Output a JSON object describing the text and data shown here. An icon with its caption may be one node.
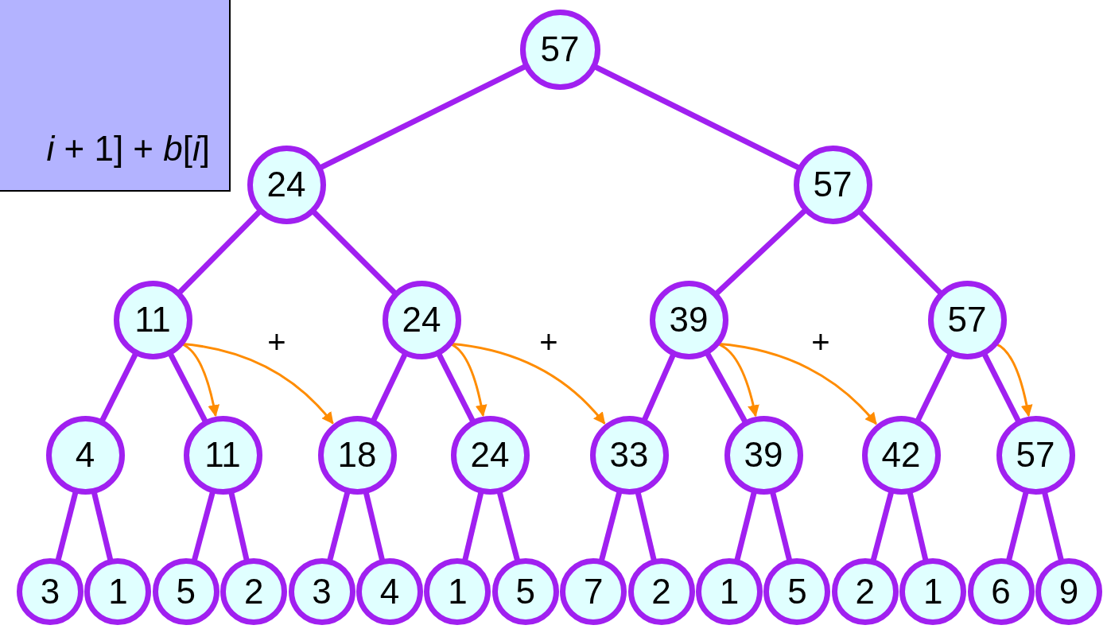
{
  "diagram": {
    "nodes": [
      {
        "text": [
          "*i* + 1] + *b*[*i*]"
        ]
      },
      {
        "text": [
          "57"
        ]
      },
      {
        "text": [
          "24"
        ]
      },
      {
        "text": [
          "57"
        ]
      },
      {
        "text": [
          "11"
        ]
      },
      {
        "text": [
          "24"
        ]
      },
      {
        "text": [
          "39"
        ]
      },
      {
        "text": [
          "57"
        ]
      },
      {
        "text": [
          "4"
        ]
      },
      {
        "text": [
          "11"
        ]
      },
      {
        "text": [
          "18"
        ]
      },
      {
        "text": [
          "24"
        ]
      },
      {
        "text": [
          "33"
        ]
      },
      {
        "text": [
          "39"
        ]
      },
      {
        "text": [
          "42"
        ]
      },
      {
        "text": [
          "57"
        ]
      },
      {
        "text": [
          "3"
        ]
      },
      {
        "text": [
          "1"
        ]
      },
      {
        "text": [
          "5"
        ]
      },
      {
        "text": [
          "2"
        ]
      },
      {
        "text": [
          "3"
        ]
      },
      {
        "text": [
          "4"
        ]
      },
      {
        "text": [
          "1"
        ]
      },
      {
        "text": [
          "5"
        ]
      },
      {
        "text": [
          "7"
        ]
      },
      {
        "text": [
          "2"
        ]
      },
      {
        "text": [
          "1"
        ]
      },
      {
        "text": [
          "5"
        ]
      },
      {
        "text": [
          "2"
        ]
      },
      {
        "text": [
          "1"
        ]
      },
      {
        "text": [
          "6"
        ]
      },
      {
        "text": [
          "9"
        ]
      }
    ],
    "edges": [
      {
        "from": 1,
        "to": 2,
        "arrow": "none"
      },
      {
        "from": 1,
        "to": 3,
        "arrow": "none"
      },
      {
        "from": 2,
        "to": 4,
        "arrow": "none"
      },
      {
        "from": 2,
        "to": 5,
        "arrow": "none"
      },
      {
        "from": 3,
        "to": 6,
        "arrow": "none"
      },
      {
        "from": 3,
        "to": 7,
        "arrow": "none"
      },
      {
        "from": 4,
        "to": 8,
        "arrow": "none"
      },
      {
        "from": 4,
        "to": 9,
        "arrow": "none"
      },
      {
        "from": 5,
        "to": 10,
        "arrow": "none"
      },
      {
        "from": 5,
        "to": 11,
        "arrow": "none"
      },
      {
        "from": 6,
        "to": 12,
        "arrow": "none"
      },
      {
        "from": 6,
        "to": 13,
        "arrow": "none"
      },
      {
        "from": 7,
        "to": 14,
        "arrow": "none"
      },
      {
        "from": 7,
        "to": 15,
        "arrow": "none"
      },
      {
        "from": 8,
        "to": 16,
        "arrow": "none"
      },
      {
        "from": 8,
        "to": 17,
        "arrow": "none"
      },
      {
        "from": 9,
        "to": 18,
        "arrow": "none"
      },
      {
        "from": 9,
        "to": 19,
        "arrow": "none"
      },
      {
        "from": 10,
        "to": 20,
        "arrow": "none"
      },
      {
        "from": 10,
        "to": 21,
        "arrow": "none"
      },
      {
        "from": 11,
        "to": 22,
        "arrow": "none"
      },
      {
        "from": 11,
        "to": 23,
        "arrow": "none"
      },
      {
        "from": 12,
        "to": 24,
        "arrow": "none"
      },
      {
        "from": 12,
        "to": 25,
        "arrow": "none"
      },
      {
        "from": 13,
        "to": 26,
        "arrow": "none"
      },
      {
        "from": 13,
        "to": 27,
        "arrow": "none"
      },
      {
        "from": 14,
        "to": 28,
        "arrow": "none"
      },
      {
        "from": 14,
        "to": 29,
        "arrow": "none"
      },
      {
        "from": 15,
        "to": 30,
        "arrow": "none"
      },
      {
        "from": 15,
        "to": 31,
        "arrow": "none"
      },
      {
        "from": 4,
        "to": 9,
        "arrow": "to",
        "color": "#ff8c00"
      },
      {
        "from": 4,
        "to": 10,
        "arrow": "to",
        "color": "#ff8c00"
      },
      {
        "from": 5,
        "to": 11,
        "arrow": "to",
        "color": "#ff8c00"
      },
      {
        "from": 5,
        "to": 12,
        "arrow": "to",
        "color": "#ff8c00"
      },
      {
        "from": 6,
        "to": 13,
        "arrow": "to",
        "color": "#ff8c00"
      },
      {
        "from": 6,
        "to": 14,
        "arrow": "to",
        "color": "#ff8c00"
      },
      {
        "from": 7,
        "to": 15,
        "arrow": "to",
        "color": "#ff8c00"
      }
    ],
    "labels": [
      "+",
      "+",
      "+"
    ]
  }
}
